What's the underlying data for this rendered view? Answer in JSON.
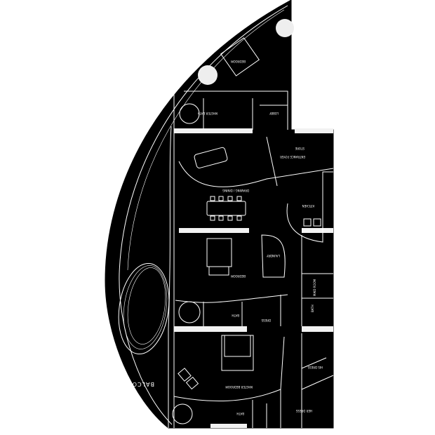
{
  "plan": {
    "colors": {
      "background": "#ffffff",
      "floor": "#000000",
      "lines": "#ffffff"
    },
    "rooms": [
      {
        "id": "bedroom-top",
        "label": "BEDROOM"
      },
      {
        "id": "master-bath-top",
        "label": "MASTER BATH"
      },
      {
        "id": "lobby",
        "label": "LOBBY"
      },
      {
        "id": "entrance-foyer",
        "label": "ENTRANCE FOYER"
      },
      {
        "id": "store",
        "label": "STORE"
      },
      {
        "id": "drawing-dining",
        "label": "DRAWING / DINING"
      },
      {
        "id": "kitchen",
        "label": "KITCHEN"
      },
      {
        "id": "bedroom-mid",
        "label": "BEDROOM"
      },
      {
        "id": "laundry",
        "label": "LAUNDRY"
      },
      {
        "id": "bath-mid",
        "label": "BATH"
      },
      {
        "id": "dress-mid",
        "label": "DRESS"
      },
      {
        "id": "maid-room",
        "label": "MAID ROOM"
      },
      {
        "id": "maid-bath",
        "label": "BATH"
      },
      {
        "id": "master-bedroom",
        "label": "MASTER BEDROOM"
      },
      {
        "id": "bath-bottom",
        "label": "BATH"
      },
      {
        "id": "his-dress",
        "label": "HIS DRESS"
      },
      {
        "id": "her-dress",
        "label": "HER DRESS"
      },
      {
        "id": "balcony",
        "label": "BALCONY"
      }
    ]
  }
}
